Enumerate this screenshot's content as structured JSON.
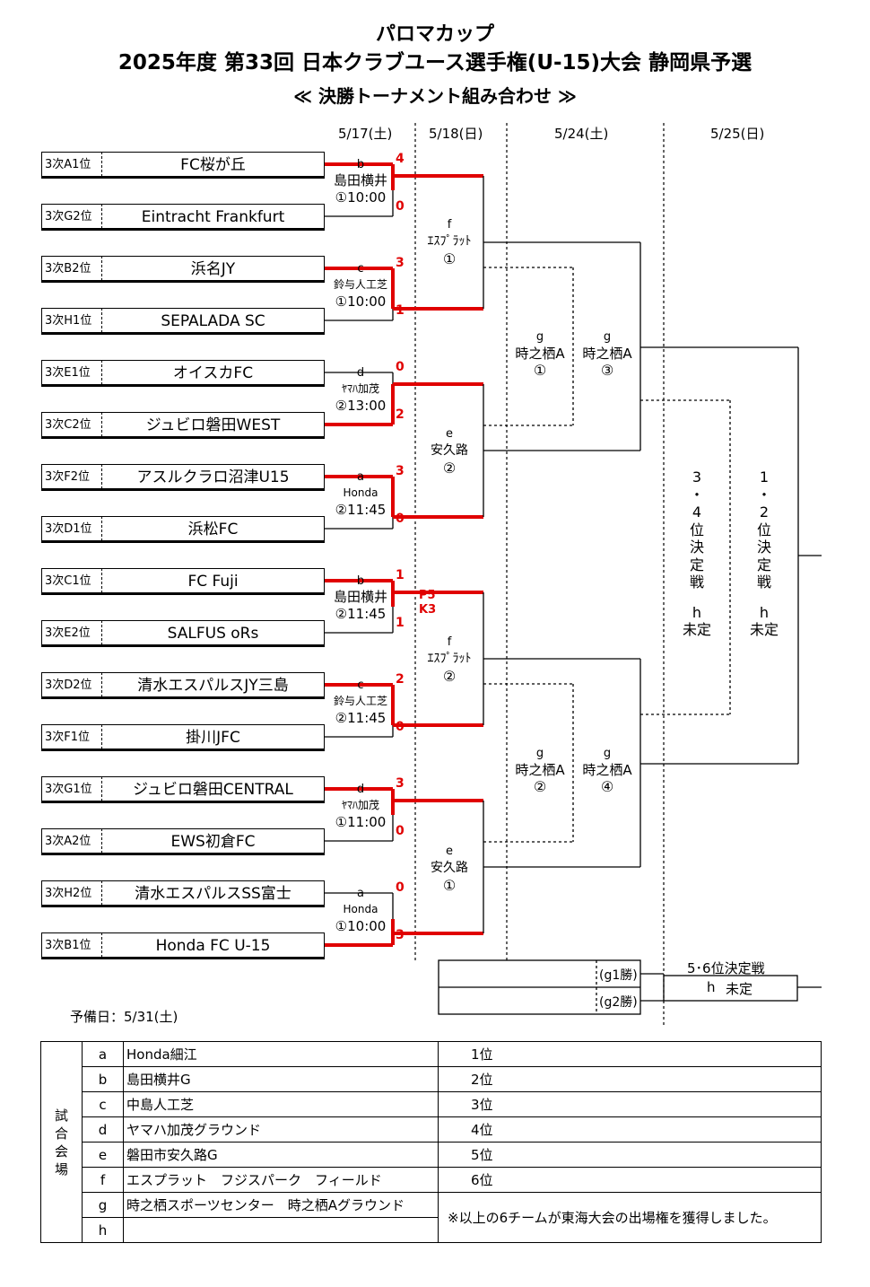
{
  "header": {
    "line1": "パロマカップ",
    "line2": "2025年度 第33回 日本クラブユース選手権(U-15)大会 静岡県予選",
    "line3": "≪ 決勝トーナメント組み合わせ ≫"
  },
  "dates": [
    "5/17(土)",
    "5/18(日)",
    "5/24(土)",
    "5/25(日)"
  ],
  "teams": [
    {
      "seed": "3次A1位",
      "name": "FC桜が丘"
    },
    {
      "seed": "3次G2位",
      "name": "Eintracht Frankfurt"
    },
    {
      "seed": "3次B2位",
      "name": "浜名JY"
    },
    {
      "seed": "3次H1位",
      "name": "SEPALADA SC"
    },
    {
      "seed": "3次E1位",
      "name": "オイスカFC"
    },
    {
      "seed": "3次C2位",
      "name": "ジュビロ磐田WEST"
    },
    {
      "seed": "3次F2位",
      "name": "アスルクラロ沼津U15"
    },
    {
      "seed": "3次D1位",
      "name": "浜松FC"
    },
    {
      "seed": "3次C1位",
      "name": "FC Fuji"
    },
    {
      "seed": "3次E2位",
      "name": "SALFUS oRs"
    },
    {
      "seed": "3次D2位",
      "name": "清水エスパルスJY三島"
    },
    {
      "seed": "3次F1位",
      "name": "掛川JFC"
    },
    {
      "seed": "3次G1位",
      "name": "ジュビロ磐田CENTRAL"
    },
    {
      "seed": "3次A2位",
      "name": "EWS初倉FC"
    },
    {
      "seed": "3次H2位",
      "name": "清水エスパルスSS富士"
    },
    {
      "seed": "3次B1位",
      "name": "Honda FC U-15"
    }
  ],
  "round1": [
    {
      "code": "b",
      "venue": "島田横井",
      "time": "①10:00",
      "score_top": "4",
      "score_bottom": "0"
    },
    {
      "code": "c",
      "venue": "鈴与人工芝",
      "time": "①10:00",
      "score_top": "3",
      "score_bottom": "1"
    },
    {
      "code": "d",
      "venue": "ﾔﾏﾊ加茂",
      "time": "②13:00",
      "score_top": "0",
      "score_bottom": "2"
    },
    {
      "code": "a",
      "venue": "Honda",
      "time": "②11:45",
      "score_top": "3",
      "score_bottom": "0"
    },
    {
      "code": "b",
      "venue": "島田横井",
      "time": "②11:45",
      "score_top": "1",
      "score_bottom": "1",
      "pk_top": "P5",
      "pk_bottom": "K3"
    },
    {
      "code": "c",
      "venue": "鈴与人工芝",
      "time": "②11:45",
      "score_top": "2",
      "score_bottom": "0"
    },
    {
      "code": "d",
      "venue": "ﾔﾏﾊ加茂",
      "time": "①11:00",
      "score_top": "3",
      "score_bottom": "0"
    },
    {
      "code": "a",
      "venue": "Honda",
      "time": "①10:00",
      "score_top": "0",
      "score_bottom": "3"
    }
  ],
  "round2": [
    {
      "code": "f",
      "venue": "ｴｽﾌﾟﾗｯﾄ",
      "num": "①"
    },
    {
      "code": "e",
      "venue": "安久路",
      "num": "②"
    },
    {
      "code": "f",
      "venue": "ｴｽﾌﾟﾗｯﾄ",
      "num": "②"
    },
    {
      "code": "e",
      "venue": "安久路",
      "num": "①"
    }
  ],
  "round3": [
    {
      "code": "g",
      "venue": "時之栖A",
      "num": "①"
    },
    {
      "code": "g",
      "venue": "時之栖A",
      "num": "③"
    },
    {
      "code": "g",
      "venue": "時之栖A",
      "num": "②"
    },
    {
      "code": "g",
      "venue": "時之栖A",
      "num": "④"
    }
  ],
  "playoff34": {
    "chars": [
      "3",
      "・",
      "4",
      "位",
      "決",
      "定",
      "戦"
    ],
    "code": "h",
    "status": "未定"
  },
  "final12": {
    "chars": [
      "1",
      "・",
      "2",
      "位",
      "決",
      "定",
      "戦"
    ],
    "code": "h",
    "status": "未定"
  },
  "match56": {
    "title": "5･6位決定戦",
    "slot1": "(g1勝)",
    "slot2": "(g2勝)",
    "code": "h",
    "status": "未定"
  },
  "reserve": "予備日：5/31(土)",
  "venues": {
    "header_chars": [
      "試",
      "合",
      "会",
      "場"
    ],
    "rows": [
      {
        "code": "a",
        "name": "Honda細江",
        "rank": "1位"
      },
      {
        "code": "b",
        "name": "島田横井G",
        "rank": "2位"
      },
      {
        "code": "c",
        "name": "中島人工芝",
        "rank": "3位"
      },
      {
        "code": "d",
        "name": "ヤマハ加茂グラウンド",
        "rank": "4位"
      },
      {
        "code": "e",
        "name": "磐田市安久路G",
        "rank": "5位"
      },
      {
        "code": "f",
        "name": "エスプラット　フジスパーク　フィールド",
        "rank": "6位"
      },
      {
        "code": "g",
        "name": "時之栖スポーツセンター　時之栖Aグラウンド",
        "rank": ""
      },
      {
        "code": "h",
        "name": "",
        "rank": ""
      }
    ],
    "note": "※以上の6チームが東海大会の出場権を獲得しました。"
  },
  "colors": {
    "winner_line": "#e00000",
    "line": "#000000"
  }
}
